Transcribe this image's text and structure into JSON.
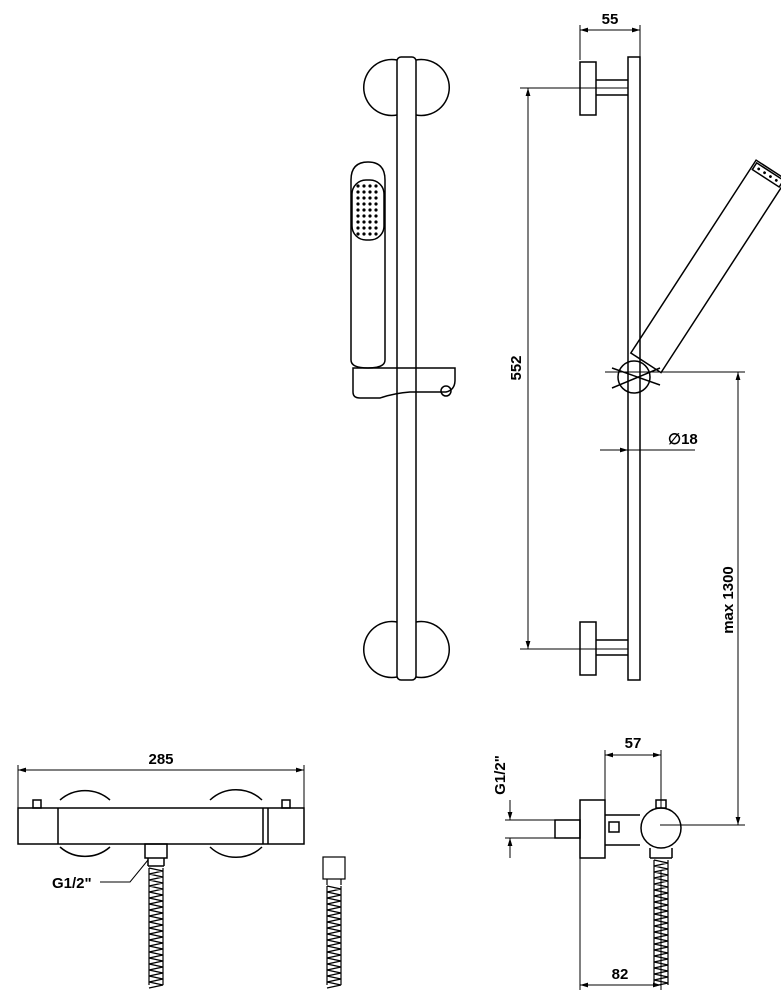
{
  "dimensions": {
    "top_depth": "55",
    "bar_length": "552",
    "bar_diameter": "18",
    "max_height": "max 1300",
    "mixer_width": "285",
    "mixer_depth": "57",
    "mixer_total_depth": "82",
    "thread_left": "G1/2\"",
    "thread_side": "G1/2\""
  },
  "symbols": {
    "diameter": "∅"
  },
  "colors": {
    "line": "#000000",
    "background": "#ffffff"
  }
}
